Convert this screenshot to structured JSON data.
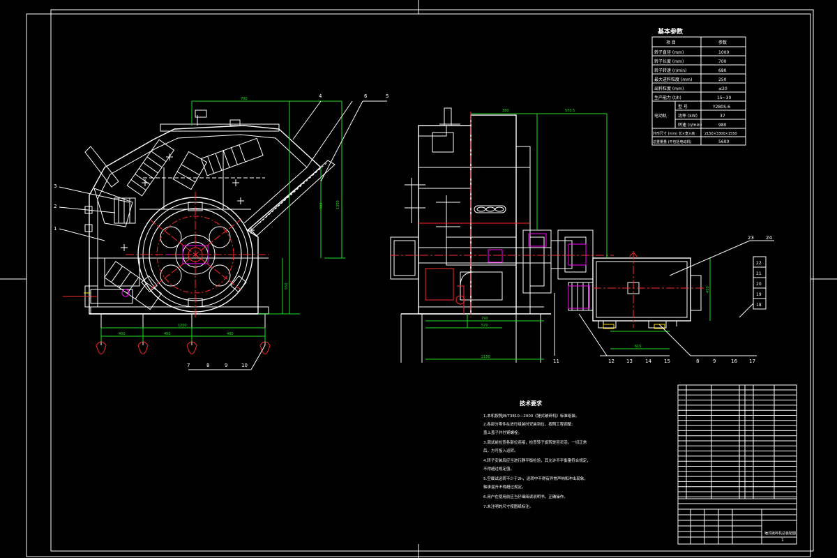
{
  "params": {
    "title": "基本参数",
    "header": [
      "项 目",
      "参数"
    ],
    "rows": [
      [
        "转子直径 (mm)",
        "1000"
      ],
      [
        "转子长度 (mm)",
        "700"
      ],
      [
        "转子转速 (r/min)",
        "680"
      ],
      [
        "最大进料粒度 (mm)",
        "250"
      ],
      [
        "出料粒度 (mm)",
        "≤20"
      ],
      [
        "生产能力 (t/h)",
        "15~30"
      ],
      [
        "型  号",
        "Y280S-6"
      ],
      [
        "功率 (kW)",
        "37"
      ],
      [
        "转速 (r/min)",
        "980"
      ],
      [
        "外形尺寸 (mm) 长×宽×高",
        "2150×3300×1550"
      ],
      [
        "总重量量 (不包括电动机)",
        "5600"
      ]
    ],
    "motor_label": "电动机"
  },
  "notes": {
    "title": "技术要求",
    "lines": [
      "1.本机按照JB/T3810—2000《锤式破碎机》标准组装。",
      "2.各部分零件在进行组装时安装到位，按照工程调整;",
      "  盖上盖子并拧紧螺栓。",
      "3.调试前检查各部位连接，检查转子旋转是否灵活，一切正常",
      "  后，方可投入运转。",
      "4.转子安装后应当进行静平衡检验，其允许不平衡量符合规定，",
      "  不得超过规定值。",
      "5.空载试运转不少于2h，运转中不得有异常声响和冲击现象，",
      "  轴承温升不得超过规定。",
      "6.用户在使用前应当仔细阅读说明书，正确操作。",
      "7.未注明的尺寸按图纸标注。"
    ]
  },
  "front_view": {
    "labels": [
      "1",
      "2",
      "3",
      "4",
      "5",
      "6",
      "7",
      "8",
      "9",
      "10"
    ]
  },
  "side_view": {
    "labels": [
      "11",
      "12",
      "13",
      "14",
      "15",
      "8",
      "9",
      "16",
      "17",
      "23",
      "24"
    ],
    "right_labels": [
      "22",
      "21",
      "20",
      "19",
      "18"
    ]
  },
  "title_block": {
    "drawing_name": "锤式破碎机总装配图",
    "sheet": "1"
  },
  "colors": {
    "background": "#000000",
    "outline": "#ffffff",
    "dimension": "#1fe01f",
    "centerline": "#ff2a2a",
    "accent": "#ff00ff",
    "highlight": "#ffe000"
  }
}
